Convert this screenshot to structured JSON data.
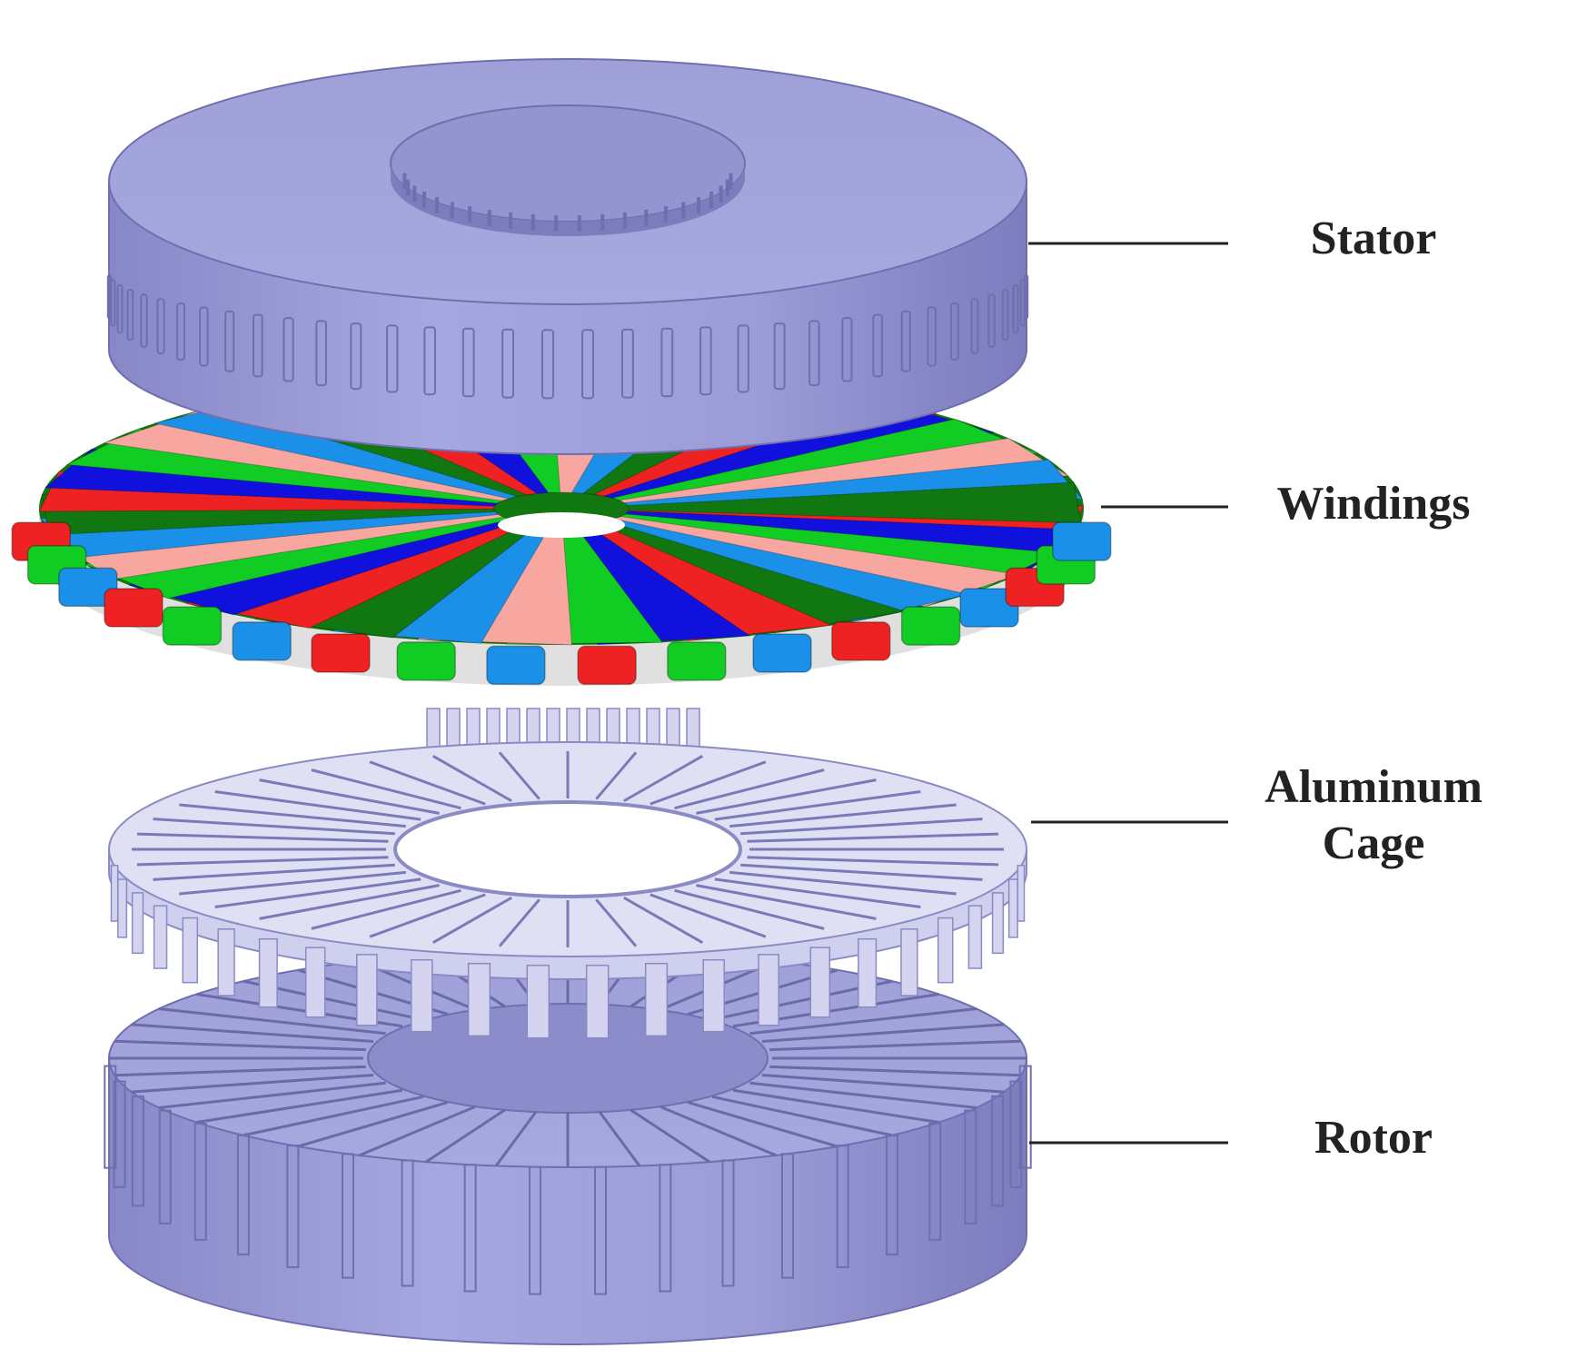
{
  "labels": {
    "stator": "Stator",
    "windings": "Windings",
    "cage_line1": "Aluminum",
    "cage_line2": "Cage",
    "rotor": "Rotor"
  },
  "colors": {
    "metal_top": "#a4a4dc",
    "metal_side": "#9b9bd6",
    "metal_dark": "#6f6fb0",
    "cage": "#dcdcf2",
    "winding_phase_a": "#ee2222",
    "winding_phase_a_light": "#f7a6a0",
    "winding_phase_b": "#1111dd",
    "winding_phase_b_light": "#1a90e8",
    "winding_phase_c": "#11cc22",
    "winding_phase_c_dark": "#117711"
  }
}
